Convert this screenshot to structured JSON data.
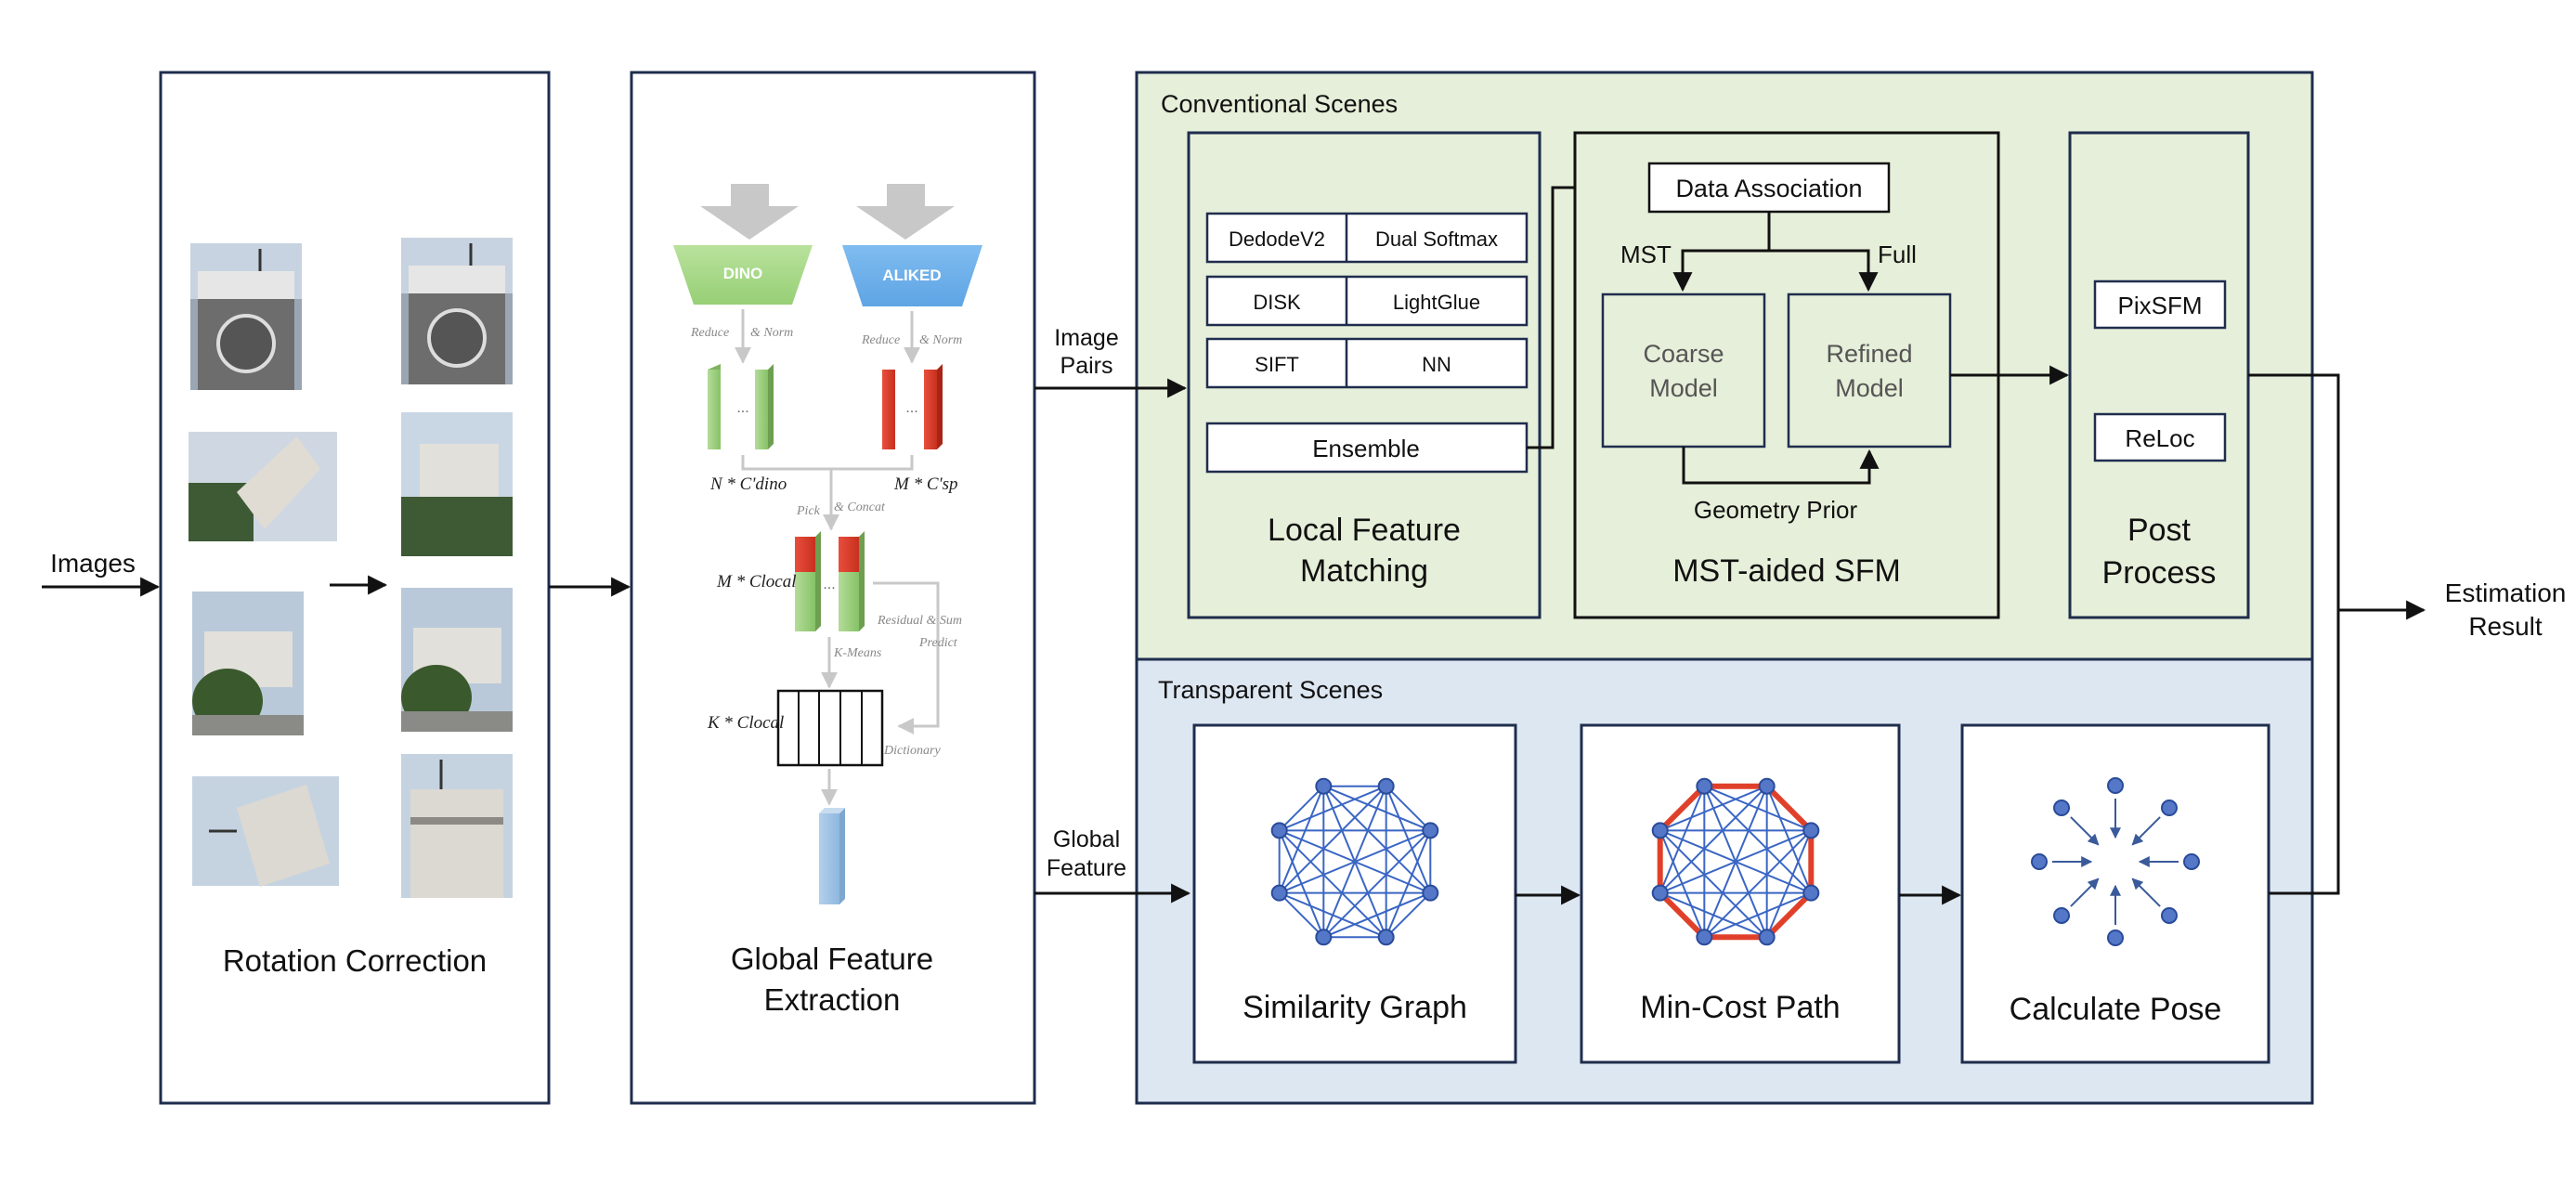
{
  "input_label": "Images",
  "output_label": [
    "Estimation",
    "Result"
  ],
  "rotation": {
    "title": "Rotation Correction"
  },
  "global_extraction": {
    "title": [
      "Global Feature",
      "Extraction"
    ],
    "dino": "DINO",
    "aliked": "ALIKED",
    "reduce_a": "Reduce",
    "norm_a": "& Norm",
    "reduce_b": "Reduce",
    "norm_b": "& Norm",
    "pick": "Pick",
    "concat": "& Concat",
    "residual": "Residual & Sum",
    "predict": "Predict",
    "kmeans": "K-Means",
    "dictionary": "Dictionary",
    "ndino": "N * C'dino",
    "msp": "M * C'sp",
    "mlocal": "M * Clocal",
    "klocal": "K * Clocal",
    "ellipsis": "..."
  },
  "edge_labels": {
    "image_pairs": [
      "Image",
      "Pairs"
    ],
    "global_feature": [
      "Global",
      "Feature"
    ]
  },
  "conventional": {
    "label": "Conventional Scenes",
    "local_matching": {
      "title": [
        "Local Feature",
        "Matching"
      ],
      "rows": [
        [
          "DedodeV2",
          "Dual Softmax"
        ],
        [
          "DISK",
          "LightGlue"
        ],
        [
          "SIFT",
          "NN"
        ]
      ],
      "ensemble": "Ensemble"
    },
    "sfm": {
      "title": "MST-aided SFM",
      "data_association": "Data Association",
      "mst": "MST",
      "full": "Full",
      "coarse": [
        "Coarse",
        "Model"
      ],
      "refined": [
        "Refined",
        "Model"
      ],
      "geometry_prior": "Geometry Prior"
    },
    "post": {
      "title": [
        "Post",
        "Process"
      ],
      "pixsfm": "PixSFM",
      "reloc": "ReLoc"
    }
  },
  "transparent": {
    "label": "Transparent Scenes",
    "similarity": "Similarity Graph",
    "mincost": "Min-Cost Path",
    "pose": "Calculate Pose"
  },
  "colors": {
    "frame": "#1f2d4d",
    "conventional_bg": "#e6efd9",
    "transparent_bg": "#dde7f2",
    "dino": "#a9d98b",
    "aliked": "#6aaee9",
    "graph": "#3a66c4",
    "node": "#5577c8",
    "path": "#e0402a",
    "gray_arrow": "#c8c8c8"
  }
}
